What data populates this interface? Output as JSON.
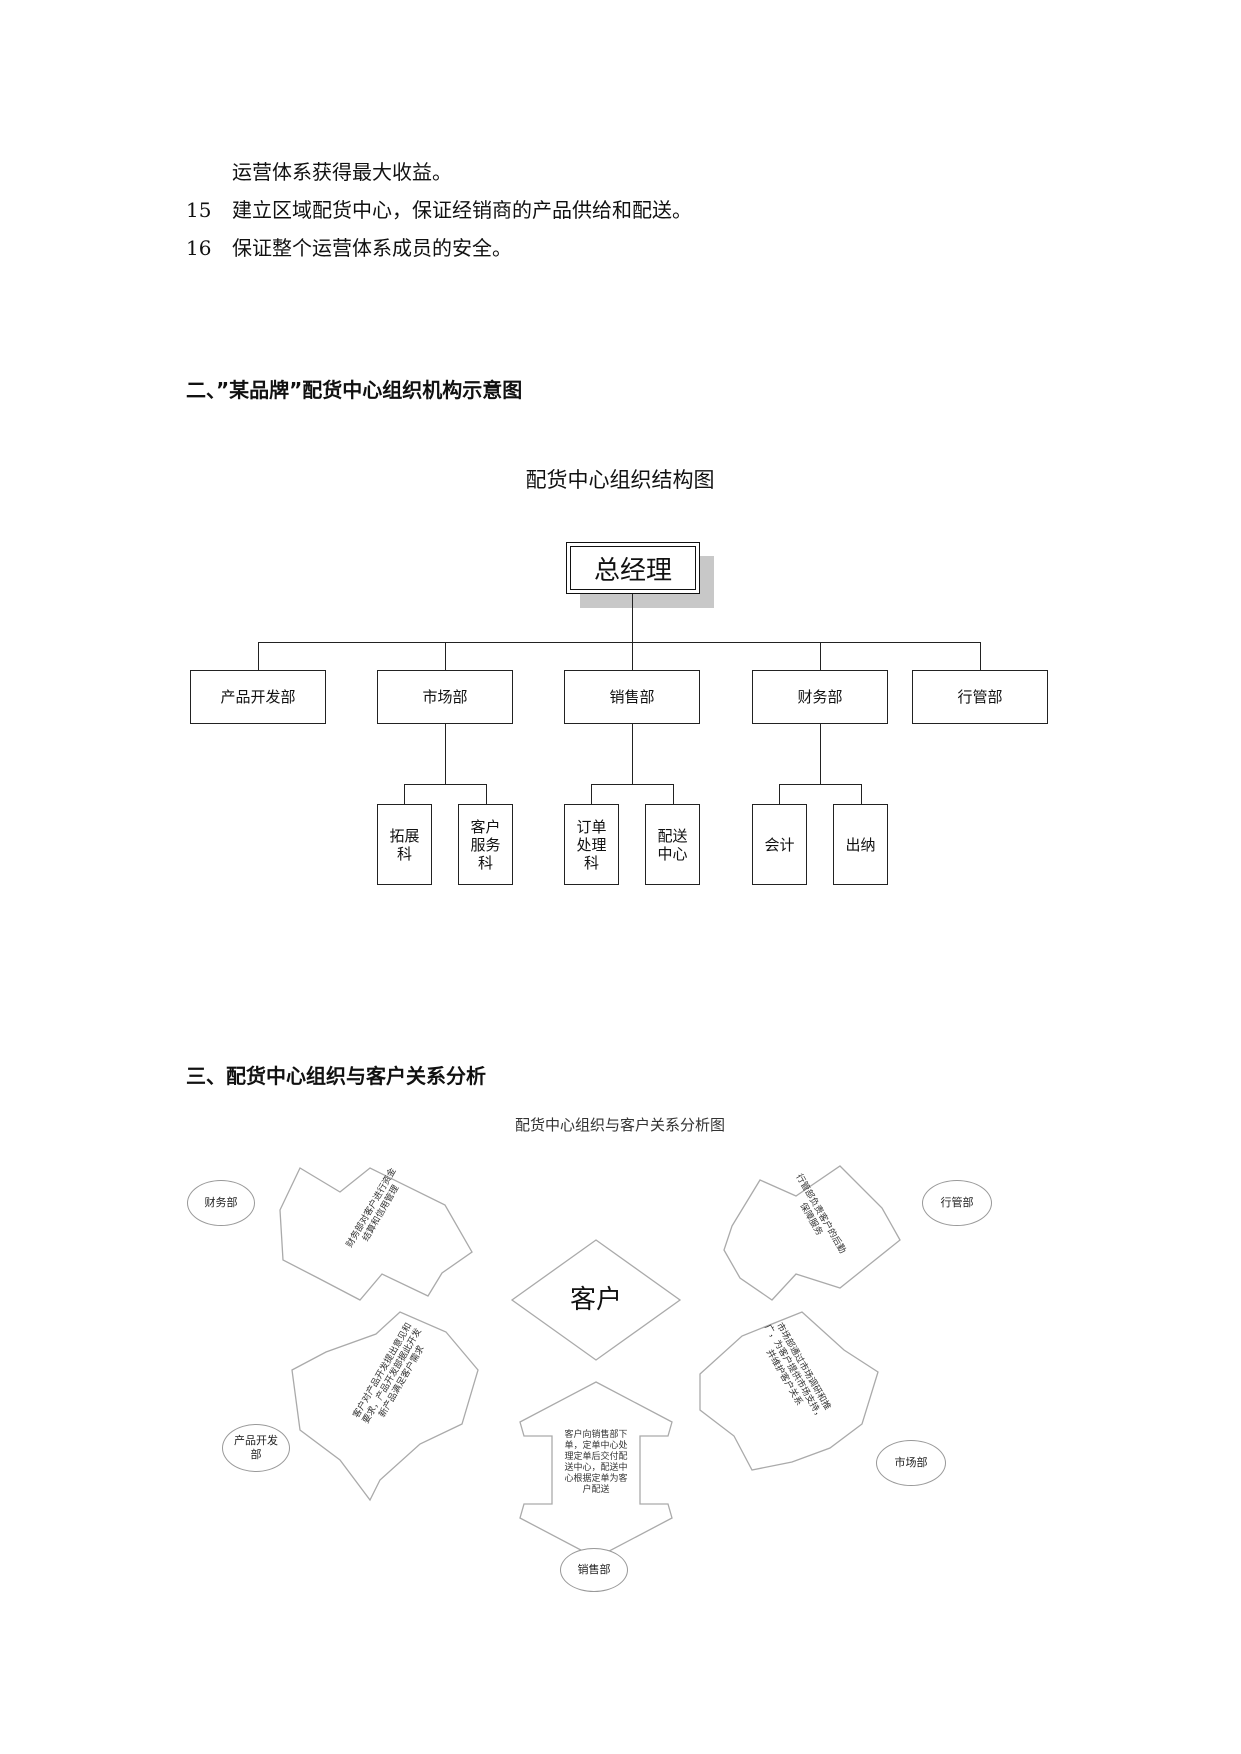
{
  "intro": {
    "continuation": "运营体系获得最大收益。",
    "items": [
      {
        "num": "15",
        "text": "建立区域配货中心，保证经销商的产品供给和配送。"
      },
      {
        "num": "16",
        "text": "保证整个运营体系成员的安全。"
      }
    ]
  },
  "section2": {
    "heading": "二、”某品牌”配货中心组织机构示意图",
    "chart_title": "配货中心组织结构图",
    "ceo": "总经理",
    "departments": [
      "产品开发部",
      "市场部",
      "销售部",
      "财务部",
      "行管部"
    ],
    "market_units": [
      "拓展科",
      "客户服务科"
    ],
    "sales_units": [
      "订单处理科",
      "配送中心"
    ],
    "finance_units": [
      "会计",
      "出纳"
    ]
  },
  "section3": {
    "heading": "三、配货中心组织与客户关系分析",
    "diagram_title": "配货中心组织与客户关系分析图",
    "center": "客户",
    "nodes": {
      "finance": "财务部",
      "admin": "行管部",
      "product": "产品开发部",
      "market": "市场部",
      "sales": "销售部"
    },
    "arrow_texts": {
      "finance": "财务部对客户进行资金结算和信用管理",
      "admin": "行管部负责客户的后勤保障服务",
      "product": "客户对产品开发提出意见和要求，产品开发部据此开发新产品满足客户需求",
      "market": "市场部通过市场调研和推广，为客户提供市场支持，并维护客户关系",
      "sales": "客户向销售部下单，定单中心处理定单后交付配送中心，配送中心根据定单为客户配送"
    }
  }
}
